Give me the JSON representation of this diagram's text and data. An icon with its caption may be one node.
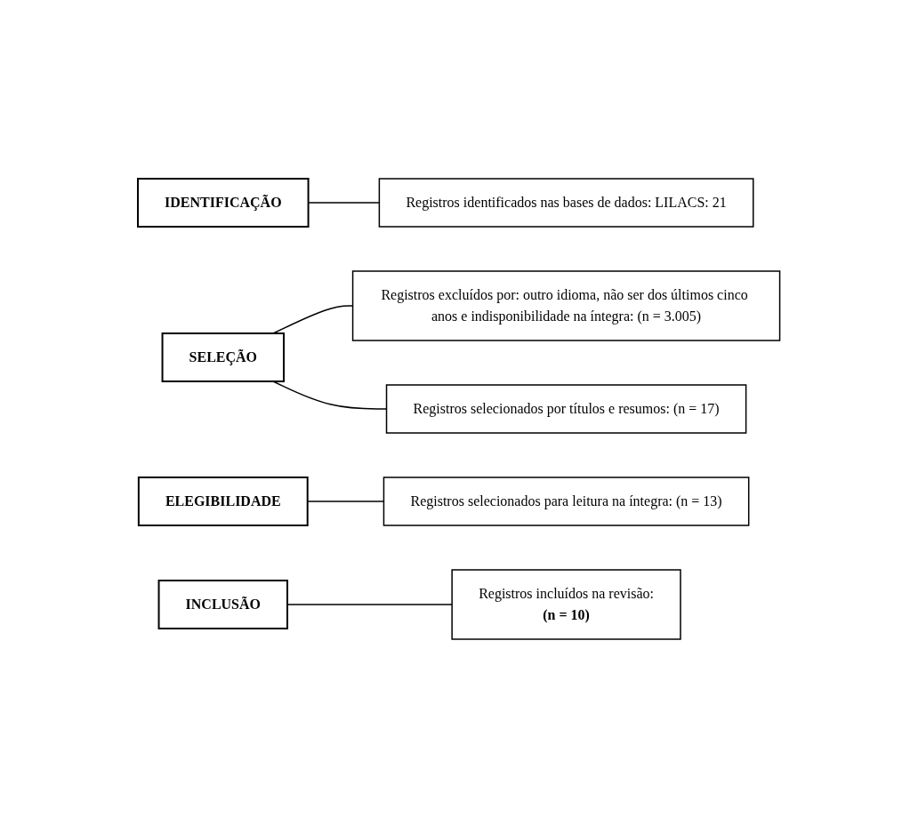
{
  "diagram": {
    "nodes": [
      {
        "text": [
          "IDENTIFICAÇÃO"
        ]
      },
      {
        "text": [
          "Registros identificados nas bases de dados: LILACS: 21"
        ]
      },
      {
        "text": [
          "SELEÇÃO"
        ]
      },
      {
        "text": [
          "Registros excluídos por: outro idioma, não ser dos últimos cinco anos e indisponibilidade na íntegra: (n = 3.005)"
        ]
      },
      {
        "text": [
          "Registros selecionados por títulos e resumos: (n = 17)"
        ]
      },
      {
        "text": [
          "ELEGIBILIDADE"
        ]
      },
      {
        "text": [
          "Registros selecionados para leitura na íntegra: (n = 13)"
        ]
      },
      {
        "text": [
          "INCLUSÃO"
        ]
      },
      {
        "text": [
          "Registros incluídos na revisão:",
          "(n = 10)"
        ]
      }
    ],
    "edges": [
      {
        "from": 0,
        "to": 1,
        "arrow": "none"
      },
      {
        "from": 2,
        "to": 3,
        "arrow": "none"
      },
      {
        "from": 2,
        "to": 4,
        "arrow": "none"
      },
      {
        "from": 5,
        "to": 6,
        "arrow": "none"
      },
      {
        "from": 7,
        "to": 8,
        "arrow": "none"
      }
    ]
  }
}
